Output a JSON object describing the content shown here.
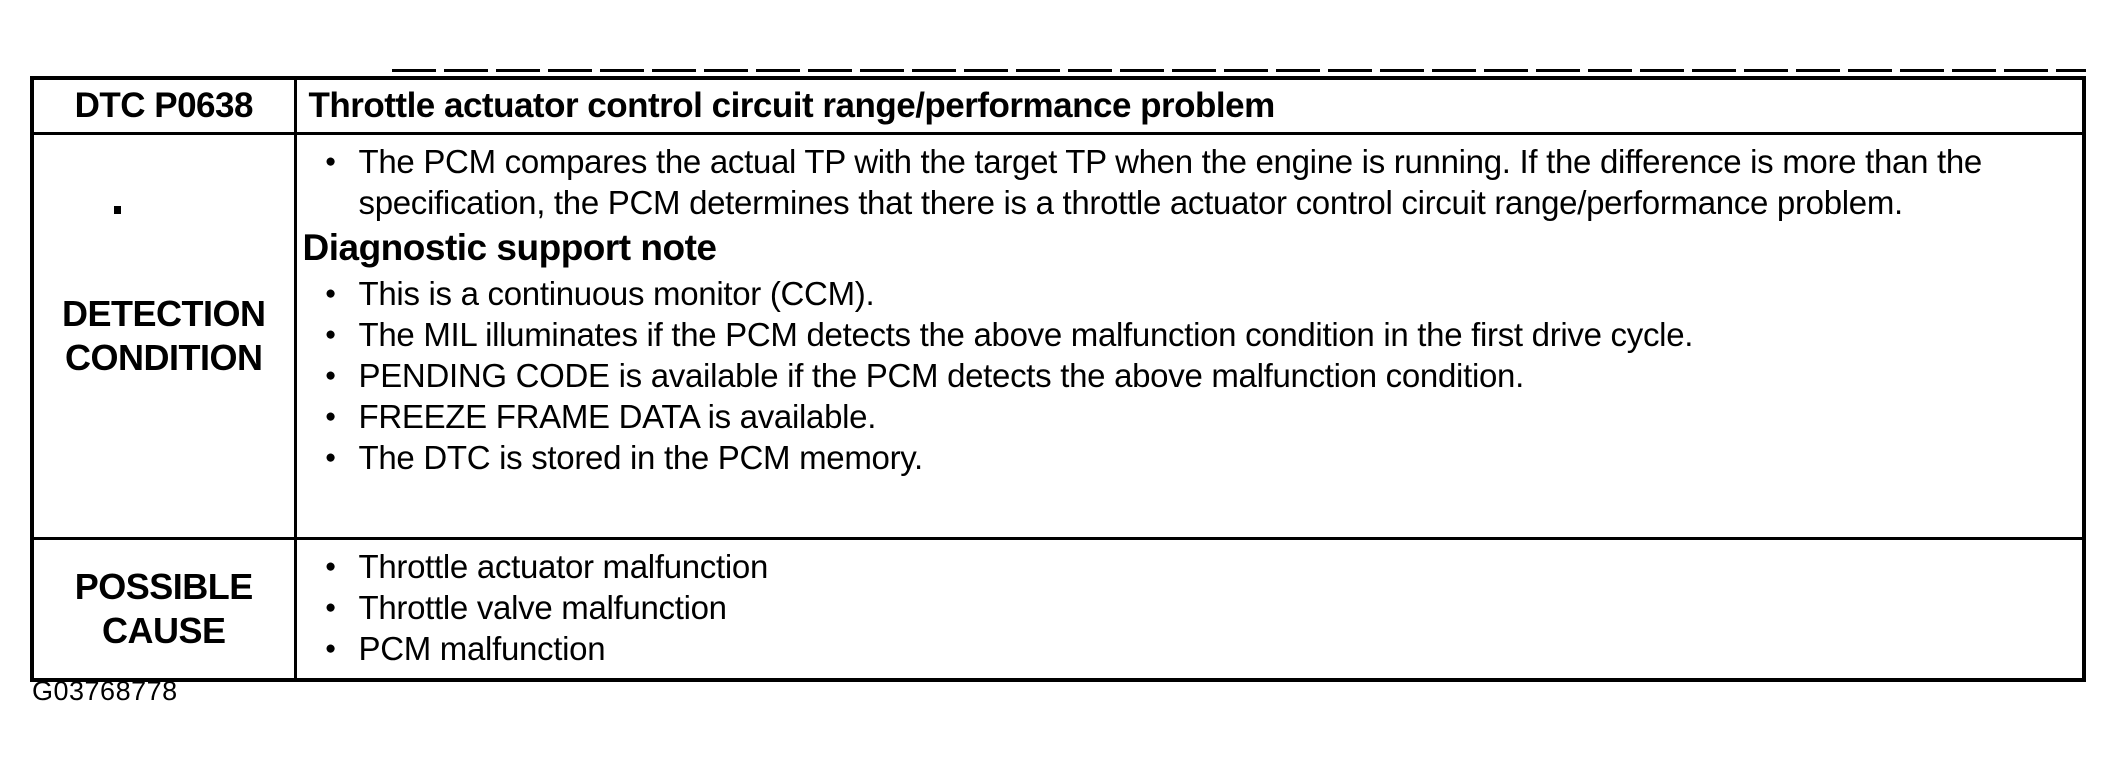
{
  "table": {
    "header": {
      "code": "DTC P0638",
      "title": "Throttle actuator control circuit range/performance problem"
    },
    "detection": {
      "label_line1": "DETECTION",
      "label_line2": "CONDITION",
      "items": [
        {
          "style": "bullet",
          "text": "The PCM compares the actual TP with the target TP when the engine is running. If the difference is more than the specification, the PCM determines that there is a throttle actuator control circuit range/performance problem."
        },
        {
          "style": "heading",
          "text": "Diagnostic support note"
        },
        {
          "style": "bullet",
          "text": "This is a continuous monitor (CCM)."
        },
        {
          "style": "bullet",
          "text": "The MIL illuminates if the PCM detects the above malfunction condition in the first drive cycle."
        },
        {
          "style": "bullet",
          "text": "PENDING CODE is available if the PCM detects the above malfunction condition."
        },
        {
          "style": "bullet",
          "text": "FREEZE FRAME DATA is available."
        },
        {
          "style": "bullet",
          "text": "The DTC is stored in the PCM memory."
        }
      ]
    },
    "possible_cause": {
      "label_line1": "POSSIBLE",
      "label_line2": "CAUSE",
      "items": [
        {
          "style": "bullet",
          "text": "Throttle actuator malfunction"
        },
        {
          "style": "bullet",
          "text": "Throttle valve malfunction"
        },
        {
          "style": "bullet",
          "text": "PCM malfunction"
        }
      ]
    }
  },
  "footer": {
    "figure_id": "G03768778"
  }
}
